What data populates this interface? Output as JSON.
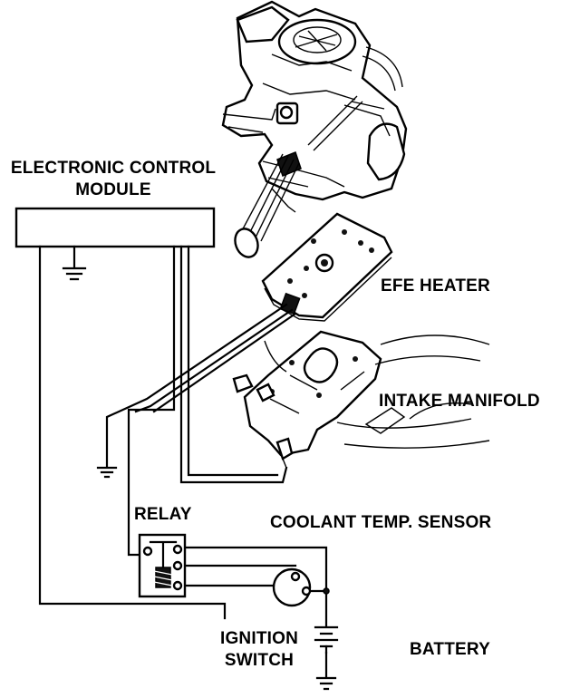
{
  "labels": {
    "ecm_line1": "ELECTRONIC CONTROL",
    "ecm_line2": "MODULE",
    "efe_heater": "EFE HEATER",
    "intake_manifold": "INTAKE MANIFOLD",
    "relay": "RELAY",
    "coolant_sensor": "COOLANT TEMP. SENSOR",
    "ignition_line1": "IGNITION",
    "ignition_line2": "SWITCH",
    "battery": "BATTERY"
  },
  "colors": {
    "ink": "#000000",
    "paper": "#ffffff"
  }
}
